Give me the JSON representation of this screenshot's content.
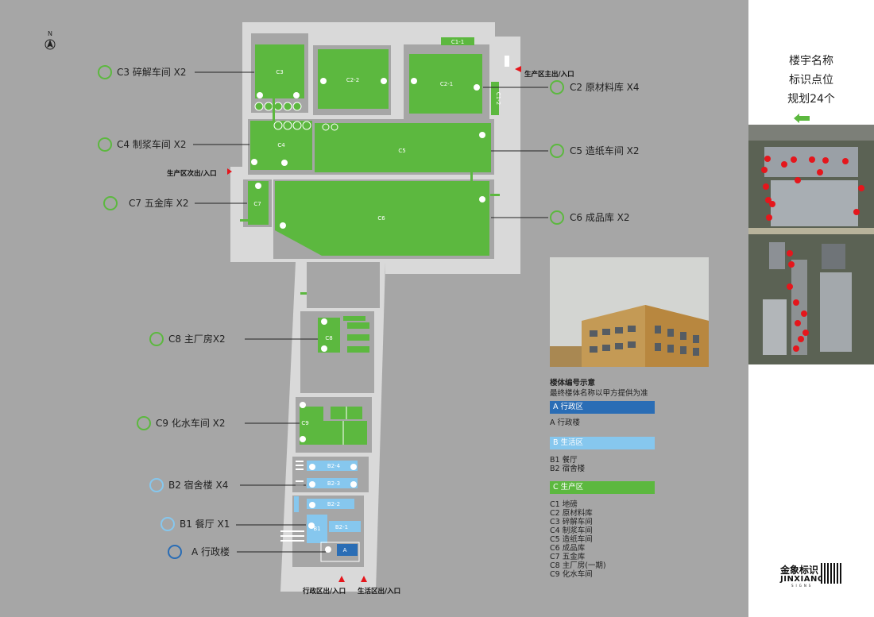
{
  "colors": {
    "background": "#a6a6a6",
    "road": "#d9d9d9",
    "production_green": "#5cb83f",
    "living_blue": "#86c7ee",
    "admin_blue": "#2a6db5",
    "sign_point_red": "#e5161c"
  },
  "compass": {
    "label": "N",
    "icon": "north-arrow-icon"
  },
  "buildings": {
    "c3": "C3",
    "c2_2": "C2-2",
    "c2_1": "C2-1",
    "c1_1": "C1-1",
    "c1_2": "C1-2",
    "c4": "C4",
    "c5": "C5",
    "c7": "C7",
    "c6": "C6",
    "c8": "C8",
    "c9": "C9",
    "b2_4": "B2-4",
    "b2_3": "B2-3",
    "b2_2": "B2-2",
    "b1": "B1",
    "b2_1": "B2-1",
    "a": "A"
  },
  "callouts": {
    "c3": "C3 碎解车间 X2",
    "c4": "C4 制浆车间 X2",
    "c7": "C7 五金库 X2",
    "c8": "C8  主厂房X2",
    "c9": "C9 化水车间 X2",
    "b2": "B2 宿舍楼 X4",
    "b1": "B1 餐厅 X1",
    "a": "A 行政楼",
    "c2": "C2 原材料库 X4",
    "c5": "C5 造纸车间 X2",
    "c6": "C6 成品库 X2"
  },
  "gates": {
    "production_main": "生产区主出/入口",
    "production_secondary": "生产区次出/入口",
    "admin": "行政区出/入口",
    "living": "生活区出/入口"
  },
  "right_panel": {
    "title_lines": [
      "楼宇名称",
      "标识点位",
      "规划24个"
    ],
    "arrow_icon": "left-arrow-icon"
  },
  "legend": {
    "title": "楼体编号示意",
    "subtitle": "最终楼体名称以甲方提供为准",
    "zones": [
      {
        "header": "A 行政区",
        "items": [
          "A  行政楼"
        ]
      },
      {
        "header": "B 生活区",
        "items": [
          "B1 餐厅",
          "B2 宿舍楼"
        ]
      },
      {
        "header": "C 生产区",
        "items": [
          "C1 地磅",
          "C2 原材料库",
          "C3 碎解车间",
          "C4 制浆车间",
          "C5 造纸车间",
          "C6 成品库",
          "C7 五金库",
          "C8 主厂房(一期)",
          "C9 化水车间"
        ]
      }
    ]
  },
  "brand": {
    "name_cn": "金象标识",
    "name_en": "JINXIANG",
    "tag": "SIGNS"
  }
}
